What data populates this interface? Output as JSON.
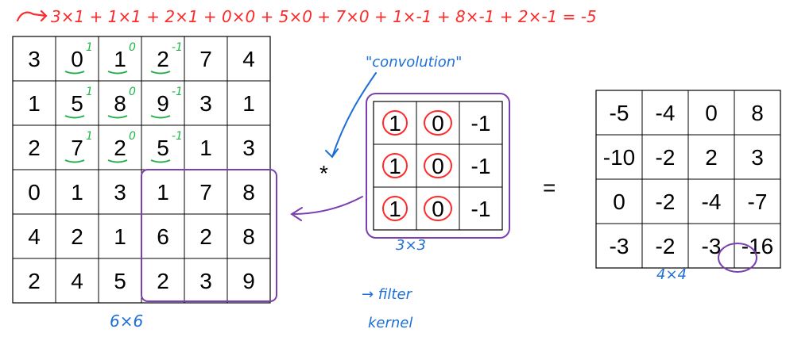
{
  "top_equation": "3×1 + 1×1 + 2×1 + 0×0 + 5×0 + 7×0 + 1×-1 + 8×-1 + 2×-1 = -5",
  "input_matrix": {
    "rows": [
      [
        "3",
        "0",
        "1",
        "2",
        "7",
        "4"
      ],
      [
        "1",
        "5",
        "8",
        "9",
        "3",
        "1"
      ],
      [
        "2",
        "7",
        "2",
        "5",
        "1",
        "3"
      ],
      [
        "0",
        "1",
        "3",
        "1",
        "7",
        "8"
      ],
      [
        "4",
        "2",
        "1",
        "6",
        "2",
        "8"
      ],
      [
        "2",
        "4",
        "5",
        "2",
        "3",
        "9"
      ]
    ],
    "size_label": "6×6",
    "kernel_overlay_values": [
      "1",
      "0",
      "-1",
      "1",
      "0",
      "-1",
      "1",
      "0",
      "-1"
    ]
  },
  "operator": "*",
  "convolution_label": "\"convolution\"",
  "kernel_matrix": {
    "rows": [
      [
        "1",
        "0",
        "-1"
      ],
      [
        "1",
        "0",
        "-1"
      ],
      [
        "1",
        "0",
        "-1"
      ]
    ],
    "size_label": "3×3"
  },
  "filter_label": "→ filter",
  "kernel_label": "kernel",
  "equals": "=",
  "output_matrix": {
    "rows": [
      [
        "-5",
        "-4",
        "0",
        "8"
      ],
      [
        "-10",
        "-2",
        "2",
        "3"
      ],
      [
        "0",
        "-2",
        "-4",
        "-7"
      ],
      [
        "-3",
        "-2",
        "-3",
        "-16"
      ]
    ],
    "size_label": "4×4"
  },
  "colors": {
    "ink_red": "#ff2a2a",
    "ink_green": "#22b24a",
    "ink_blue": "#1d6fd6",
    "ink_purple": "#7a3fb0",
    "grid": "#000000"
  }
}
